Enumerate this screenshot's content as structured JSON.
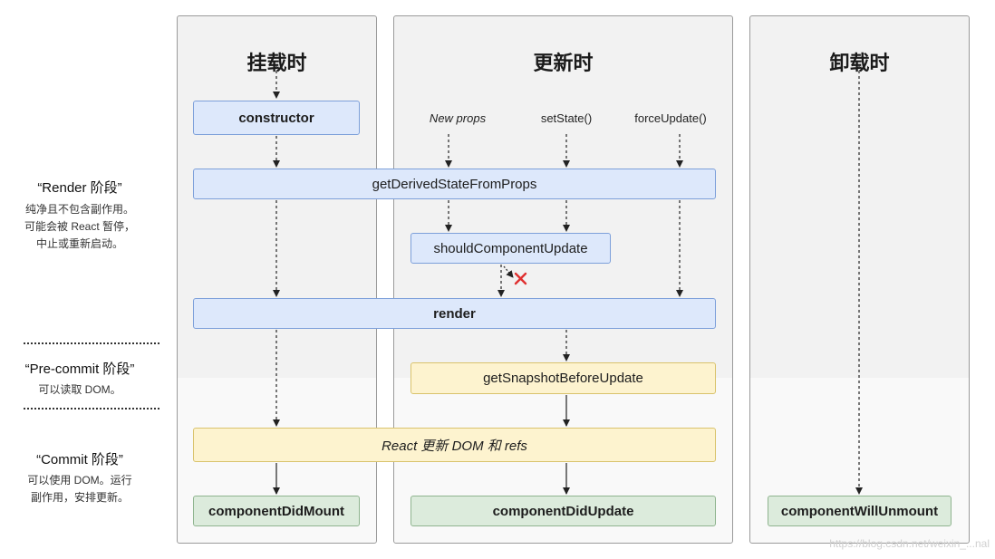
{
  "phases": {
    "mount": "挂载时",
    "update": "更新时",
    "unmount": "卸载时"
  },
  "side": {
    "render_title": "“Render 阶段”",
    "render_desc": [
      "纯净且不包含副作用。",
      "可能会被 React 暂停，",
      "中止或重新启动。"
    ],
    "precommit_title": "“Pre-commit 阶段”",
    "precommit_desc": [
      "可以读取 DOM。"
    ],
    "commit_title": "“Commit 阶段”",
    "commit_desc": [
      "可以使用 DOM。运行",
      "副作用，安排更新。"
    ]
  },
  "triggers": {
    "new_props": "New props",
    "set_state": "setState()",
    "force_update": "forceUpdate()"
  },
  "methods": {
    "constructor": "constructor",
    "get_derived": "getDerivedStateFromProps",
    "should_update": "shouldComponentUpdate",
    "render": "render",
    "get_snapshot": "getSnapshotBeforeUpdate",
    "react_updates": "React 更新 DOM 和 refs",
    "did_mount": "componentDidMount",
    "did_update": "componentDidUpdate",
    "will_unmount": "componentWillUnmount"
  },
  "colors": {
    "render_phase": "#dde8fb",
    "precommit_phase": "#fdf3cf",
    "commit_phase": "#dcebdc",
    "skip_mark": "#e03030"
  },
  "watermark": "https://blog.csdn.net/weixin_...nal"
}
